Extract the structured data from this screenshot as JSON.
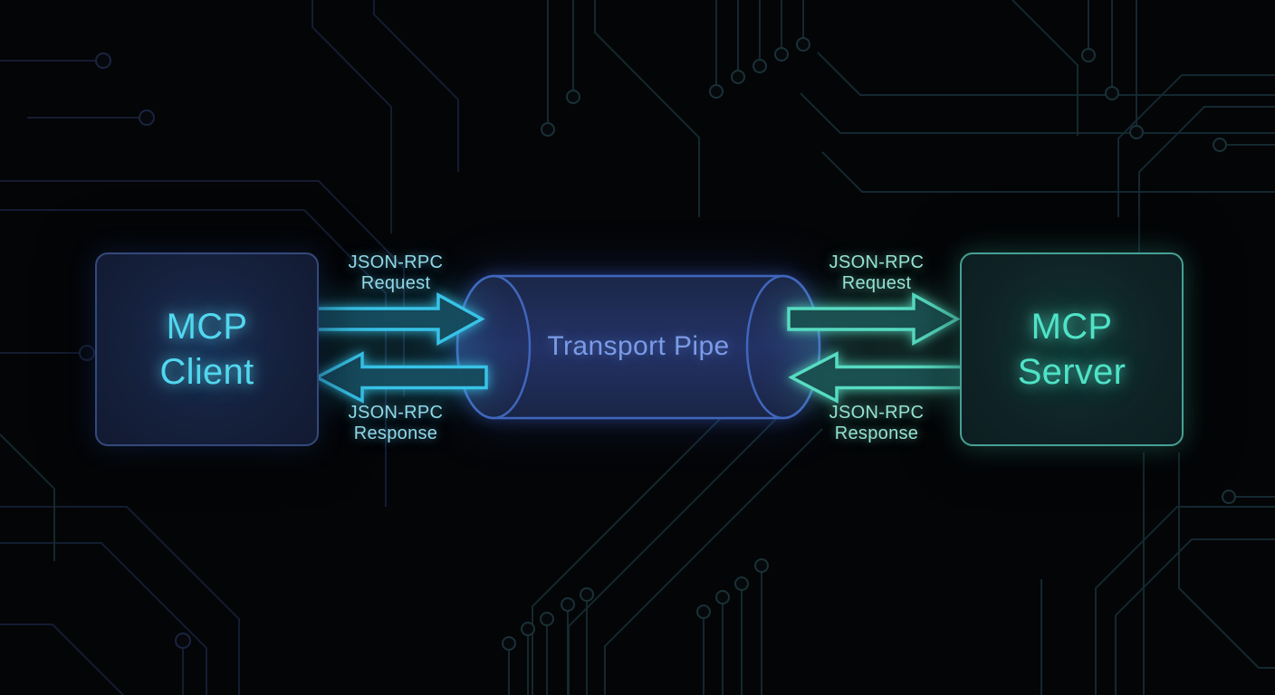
{
  "diagram": {
    "nodes": {
      "client": {
        "line1": "MCP",
        "line2": "Client"
      },
      "server": {
        "line1": "MCP",
        "line2": "Server"
      },
      "pipe": {
        "label": "Transport Pipe"
      }
    },
    "flows": {
      "left_request": {
        "line1": "JSON-RPC",
        "line2": "Request"
      },
      "left_response": {
        "line1": "JSON-RPC",
        "line2": "Response"
      },
      "right_request": {
        "line1": "JSON-RPC",
        "line2": "Request"
      },
      "right_response": {
        "line1": "JSON-RPC",
        "line2": "Response"
      }
    },
    "icons": {
      "left_request_arrow": "arrow-right",
      "left_response_arrow": "arrow-left",
      "right_request_arrow": "arrow-right",
      "right_response_arrow": "arrow-left"
    },
    "colors": {
      "background": "#040507",
      "client_text": "#52d7ef",
      "client_border": "#35497c",
      "client_fill": "#15203c",
      "server_text": "#4fe3c7",
      "server_border": "#46a094",
      "server_fill": "#0f2427",
      "pipe_fill": "#1e2b54",
      "pipe_border": "#4166bd",
      "pipe_text": "#7b9be8",
      "arrow_left_stroke": "#38c3e8",
      "arrow_left_fill": "#154456",
      "arrow_right_stroke": "#57dcc2",
      "arrow_right_fill": "#18484a",
      "label_left_text": "#8fd9e9",
      "label_right_text": "#94e3d2",
      "trace_navy": "#161f36",
      "trace_teal": "#152a31"
    }
  }
}
